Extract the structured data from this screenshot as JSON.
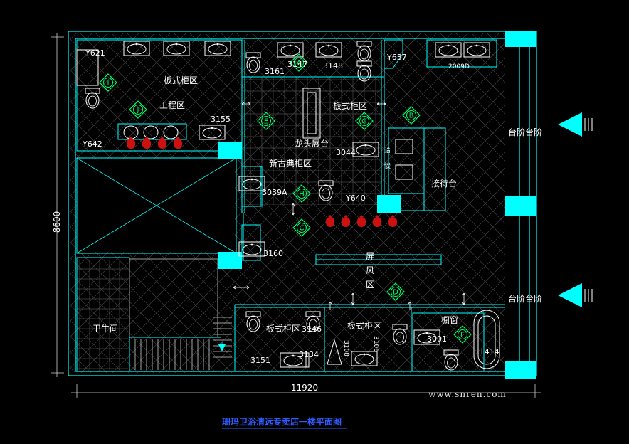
{
  "title": "珊玛卫浴清远专卖店一楼平面图",
  "watermark": "www.snren.com",
  "dimensions": {
    "width_label": "11920",
    "height_label": "8600"
  },
  "areas": {
    "board_cabinet_top_left": "板式柜区",
    "engineering": "工程区",
    "board_cabinet_center": "板式柜区",
    "faucet_display": "龙头展台",
    "neo_classic": "新古典柜区",
    "reception": "接待台",
    "screen_1": "屏",
    "screen_2": "风",
    "screen_3": "区",
    "restroom": "卫生间",
    "board_cabinet_bottom_1": "板式柜区",
    "board_cabinet_bottom_2": "板式柜区",
    "glass_window": "橱窗",
    "stairs_right_top": "台阶台阶",
    "stairs_right_bottom": "台阶台阶",
    "office_vertical_1": "洽",
    "office_vertical_2": "谈"
  },
  "models": {
    "y621": "Y621",
    "y642": "Y642",
    "y637": "Y637",
    "y640": "Y640",
    "m3161": "3161",
    "m3147": "3147",
    "m3148": "3148",
    "m3155": "3155",
    "m3044": "3044",
    "m3039a": "3039A",
    "m3160": "3160",
    "m3146": "3146",
    "m3134": "3134",
    "m3151": "3151",
    "m3001": "3001",
    "t414": "T414",
    "m2009d": "2009D",
    "m3108": "3108",
    "m3106": "3106"
  },
  "markers": [
    "A",
    "B",
    "C",
    "D",
    "E",
    "F",
    "G",
    "H",
    "I",
    "J"
  ],
  "colors": {
    "wall": "#00ffff",
    "block": "#00ffff",
    "marker": "#00ff66",
    "flower": "#cc1111",
    "title": "#2f5cff"
  }
}
